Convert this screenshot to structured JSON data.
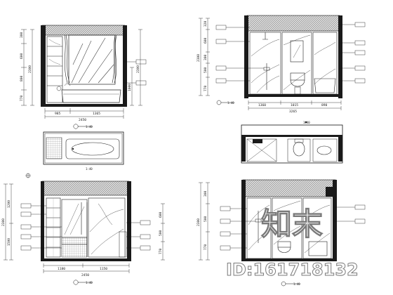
{
  "colors": {
    "ink": "#111111",
    "wall": "#1a1a1a",
    "hatch": "#777777",
    "marble": "#555555",
    "watermark_fill": "#ffffff",
    "watermark_stroke": "#7a7a7a"
  },
  "elevation_a": {
    "top_dims": [
      "985",
      "1365"
    ],
    "total_width": "2450",
    "left_dims": [
      "300",
      "600",
      "800",
      "770"
    ],
    "left_total": "2300",
    "right_dim": "1000",
    "right_total": "2300",
    "scale_label": "1:40"
  },
  "plan_a": {
    "scale_label": "1:40"
  },
  "elevation_b": {
    "bottom_dims": [
      "1360",
      "1015",
      "890"
    ],
    "total_width": "3265",
    "left_dims": [
      "320",
      "600",
      "300",
      "500",
      "770"
    ],
    "left_total": "2300",
    "scale_label": "1:40"
  },
  "plan_b": {
    "scale_label": "1:40"
  },
  "elevation_c": {
    "bottom_dims": [
      "1180",
      "1150"
    ],
    "total_width": "2450",
    "left_dims": [
      "1200",
      "1500"
    ],
    "left_total": "2300",
    "right_dims": [
      "600",
      "500",
      "770"
    ],
    "scale_label": "1:40"
  },
  "elevation_d": {
    "left_dims": [
      "300",
      "500",
      "770"
    ],
    "left_total": "2300",
    "scale_label": "1:40"
  },
  "watermark": {
    "logo_text": "知末",
    "id_text": "ID:161718132"
  }
}
